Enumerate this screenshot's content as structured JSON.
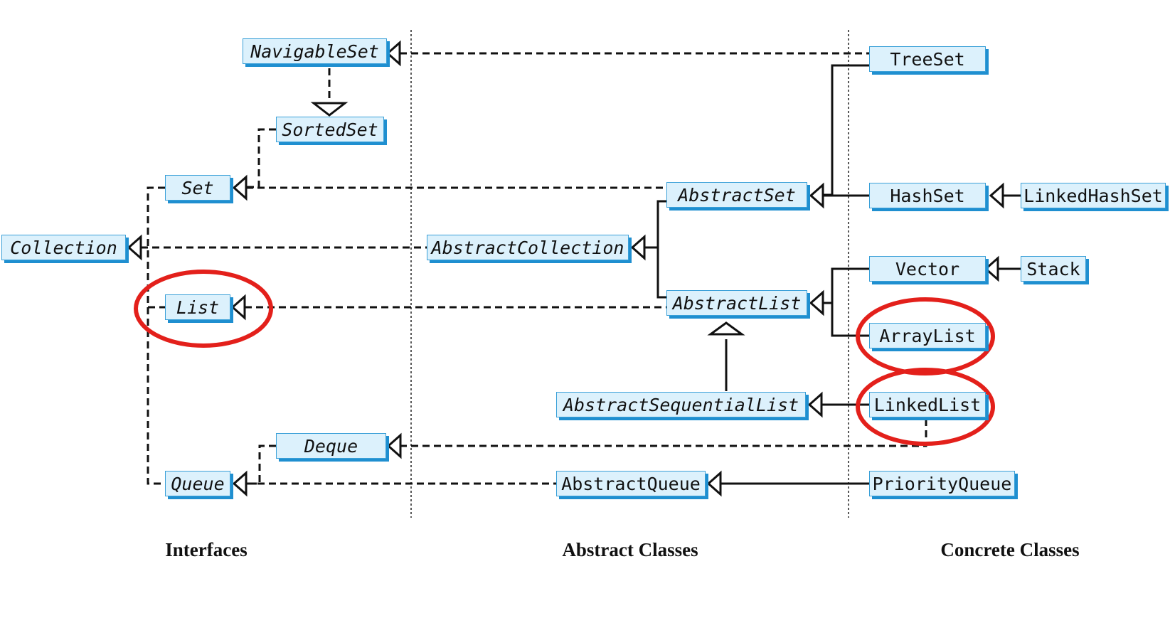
{
  "nodes": {
    "navigable_set": "NavigableSet",
    "sorted_set": "SortedSet",
    "set": "Set",
    "collection": "Collection",
    "list": "List",
    "queue": "Queue",
    "deque": "Deque",
    "abstract_set": "AbstractSet",
    "abstract_collection": "AbstractCollection",
    "abstract_list": "AbstractList",
    "abstract_sequential_list": "AbstractSequentialList",
    "abstract_queue": "AbstractQueue",
    "tree_set": "TreeSet",
    "hash_set": "HashSet",
    "linked_hash_set": "LinkedHashSet",
    "vector": "Vector",
    "stack": "Stack",
    "array_list": "ArrayList",
    "linked_list": "LinkedList",
    "priority_queue": "PriorityQueue"
  },
  "columns": {
    "interfaces": "Interfaces",
    "abstract_classes": "Abstract Classes",
    "concrete_classes": "Concrete Classes"
  },
  "highlight_color": "#e3201b",
  "box_fill": "#dcf1fc",
  "box_border": "#1f8fd0"
}
